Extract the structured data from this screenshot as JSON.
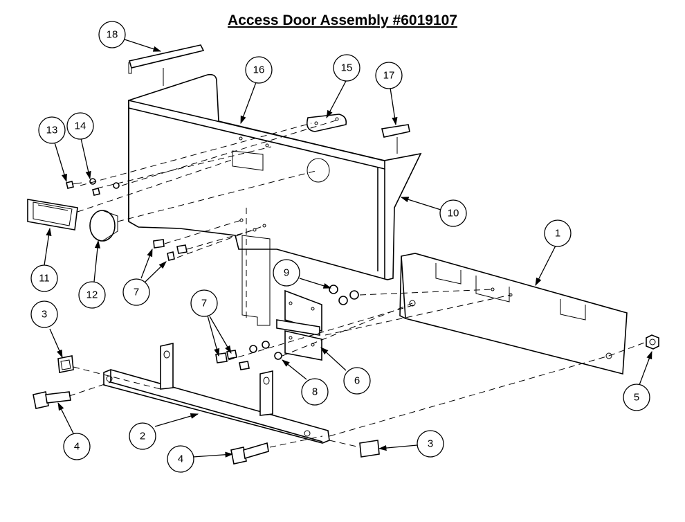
{
  "title": "Access Door Assembly #6019107",
  "balloons": [
    {
      "id": "b1",
      "label": "1"
    },
    {
      "id": "b2",
      "label": "2"
    },
    {
      "id": "b3a",
      "label": "3"
    },
    {
      "id": "b3b",
      "label": "3"
    },
    {
      "id": "b4a",
      "label": "4"
    },
    {
      "id": "b4b",
      "label": "4"
    },
    {
      "id": "b5",
      "label": "5"
    },
    {
      "id": "b6",
      "label": "6"
    },
    {
      "id": "b7a",
      "label": "7"
    },
    {
      "id": "b7b",
      "label": "7"
    },
    {
      "id": "b8",
      "label": "8"
    },
    {
      "id": "b9",
      "label": "9"
    },
    {
      "id": "b10",
      "label": "10"
    },
    {
      "id": "b11",
      "label": "11"
    },
    {
      "id": "b12",
      "label": "12"
    },
    {
      "id": "b13",
      "label": "13"
    },
    {
      "id": "b14",
      "label": "14"
    },
    {
      "id": "b15",
      "label": "15"
    },
    {
      "id": "b16",
      "label": "16"
    },
    {
      "id": "b17",
      "label": "17"
    },
    {
      "id": "b18",
      "label": "18"
    }
  ]
}
